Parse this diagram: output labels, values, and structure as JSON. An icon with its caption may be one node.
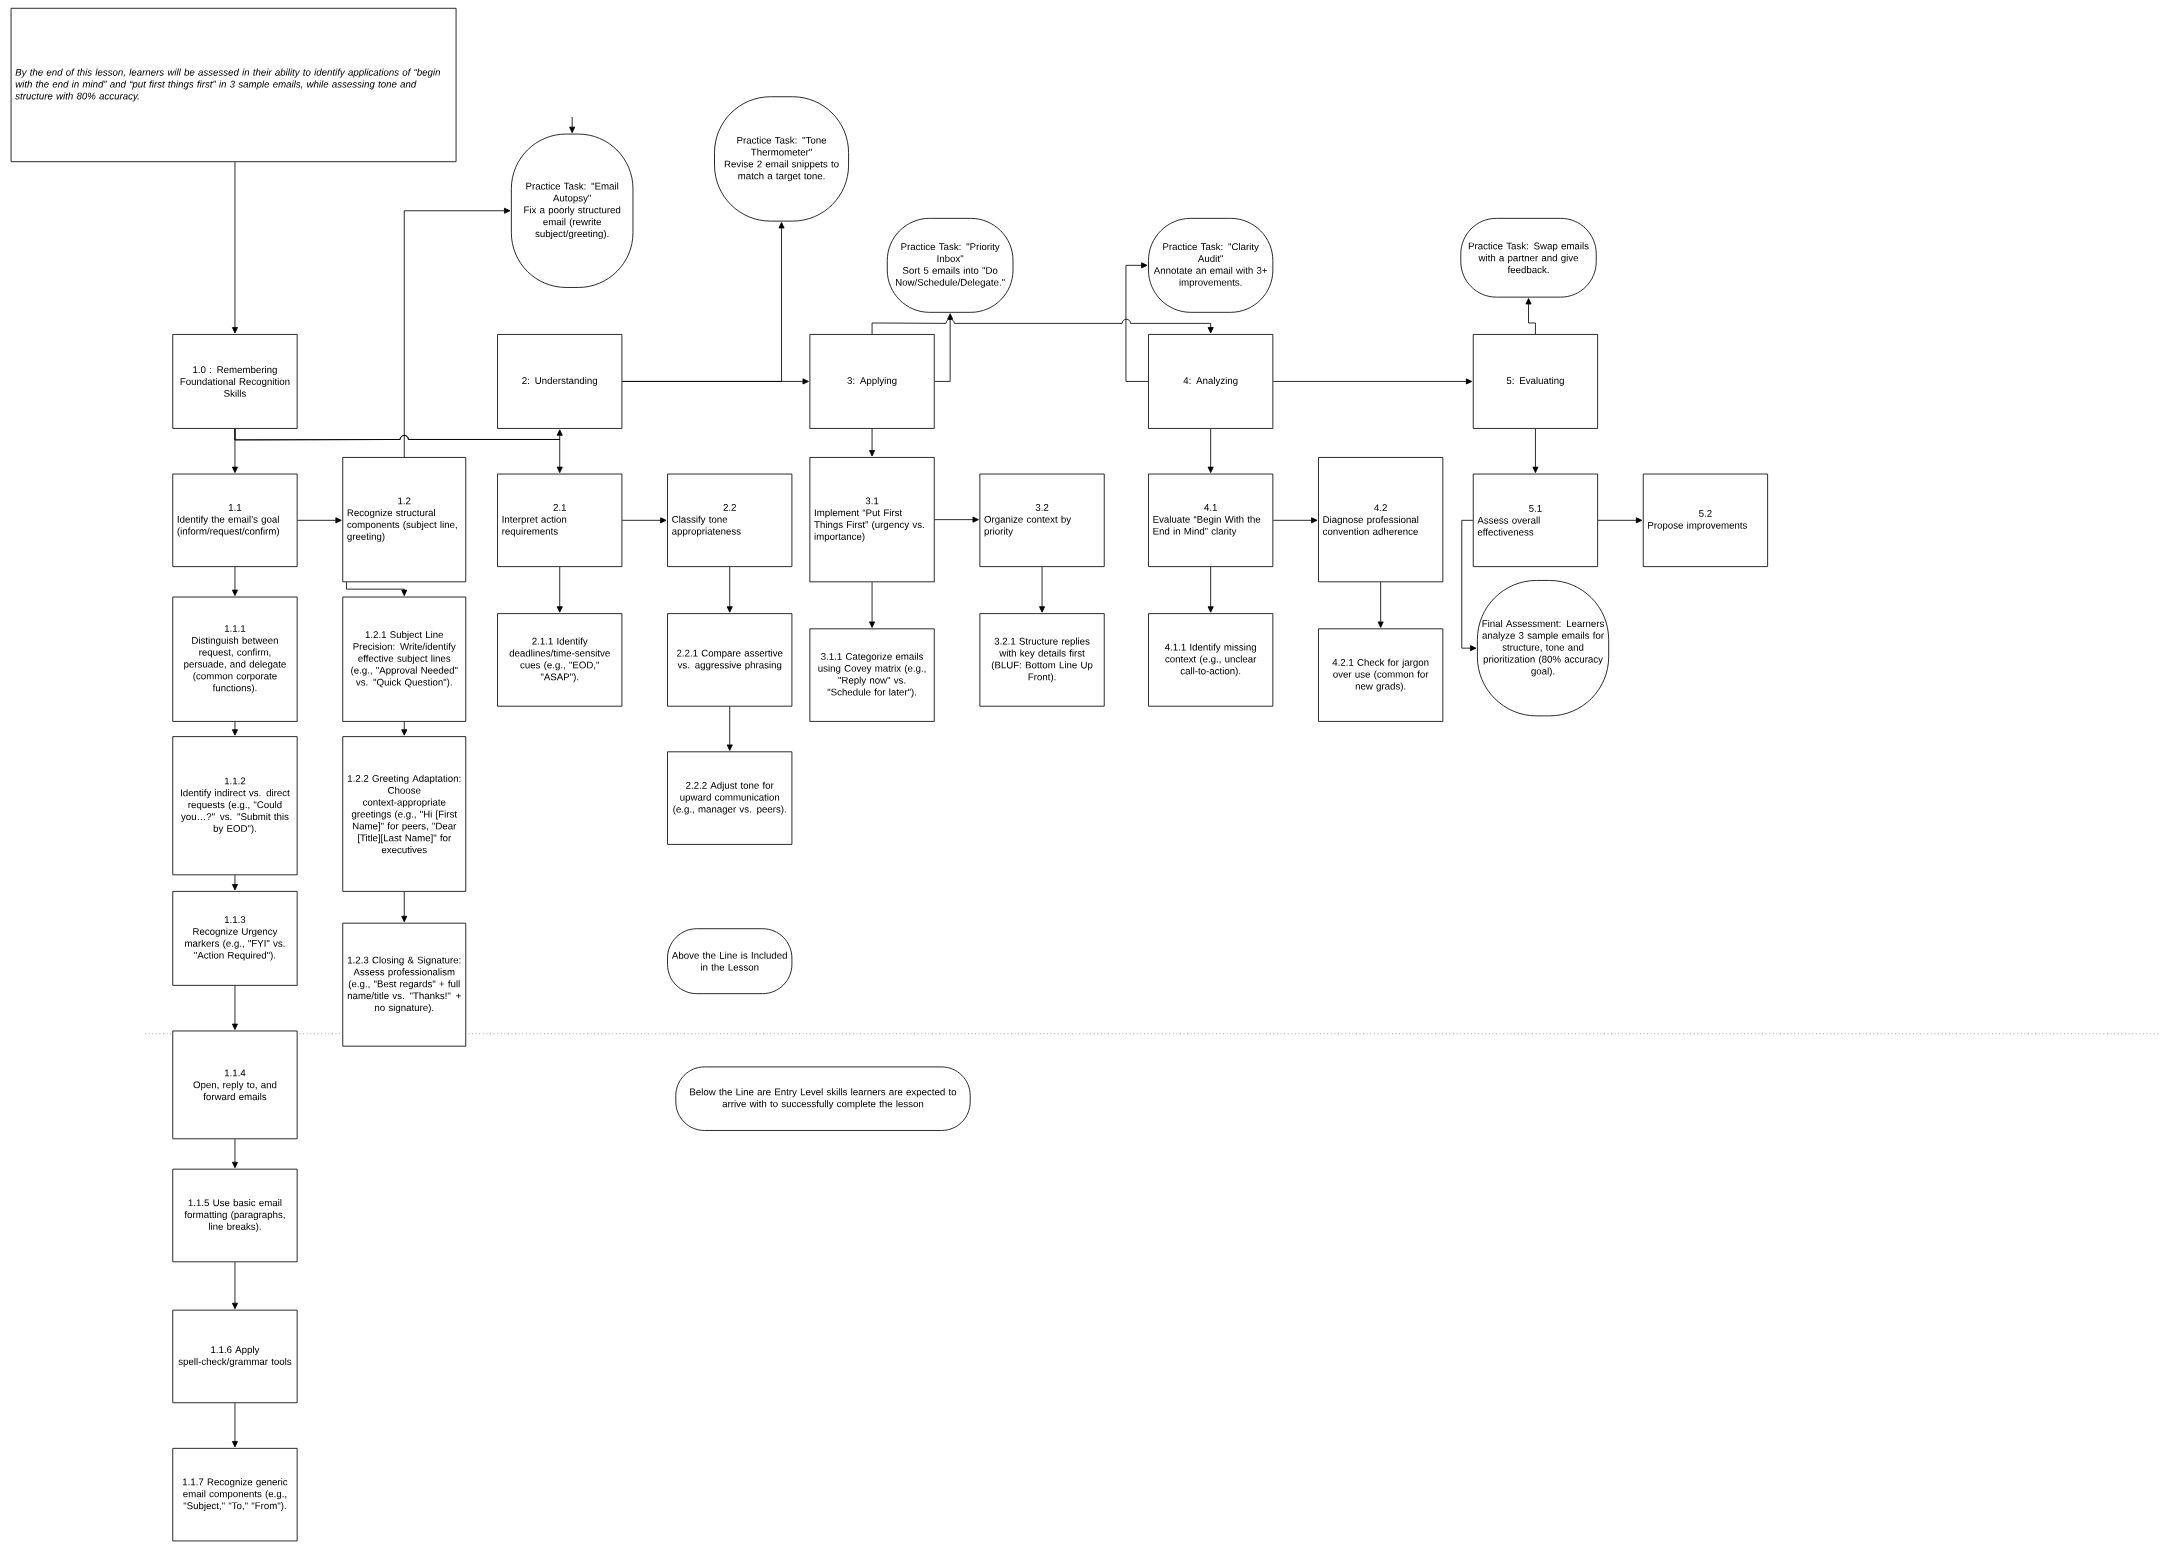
{
  "diagram": {
    "nodes": [
      {
        "text": [
          "By the end of this lesson, learners will be assessed in their ability to identify applications of “begin with the end in mind” and “put first things first” in 3 sample emails, while assessing tone and structure with 80% accuracy."
        ]
      },
      {
        "text": [
          "1.0 : Remembering Foundational Recognition Skills"
        ]
      },
      {
        "text": [
          "Practice Task: \"Email Autopsy\"",
          "Fix a poorly structured email (rewrite subject/greeting)."
        ]
      },
      {
        "text": [
          "Practice Task: \"Tone Thermometer\"",
          "Revise 2 email snippets to match a target tone."
        ]
      },
      {
        "text": [
          "2: Understanding"
        ]
      },
      {
        "text": [
          "3: Applying"
        ]
      },
      {
        "text": [
          "Practice Task: \"Priority Inbox\"",
          "Sort 5 emails into \"Do Now/Schedule/Delegate.\""
        ]
      },
      {
        "text": [
          "4: Analyzing"
        ]
      },
      {
        "text": [
          "Practice Task: \"Clarity Audit\"",
          "Annotate an email with 3+ improvements."
        ]
      },
      {
        "text": [
          "5: Evaluating"
        ]
      },
      {
        "text": [
          "Practice Task: Swap emails with a partner and give feedback."
        ]
      },
      {
        "text": [
          "1.1",
          "Identify the email’s goal (inform/request/confirm)"
        ]
      },
      {
        "text": [
          "1.2",
          "Recognize structural components (subject line, greeting)"
        ]
      },
      {
        "text": [
          "2.1",
          "Interpret action requirements"
        ]
      },
      {
        "text": [
          "2.2",
          "Classify tone appropriateness"
        ]
      },
      {
        "text": [
          "3.1",
          "Implement “Put First Things First” (urgency vs. importance)"
        ]
      },
      {
        "text": [
          "3.2",
          "Organize context by priority"
        ]
      },
      {
        "text": [
          "4.1",
          "Evaluate “Begin With the End in Mind” clarity"
        ]
      },
      {
        "text": [
          "4.2",
          "Diagnose professional convention adherence"
        ]
      },
      {
        "text": [
          "5.1",
          "Assess overall effectiveness"
        ]
      },
      {
        "text": [
          "5.2",
          "Propose improvements"
        ]
      },
      {
        "text": [
          "1.1.1",
          "Distinguish between request, confirm, persuade, and delegate (common corporate functions)."
        ]
      },
      {
        "text": [
          "1.2.1 Subject Line Precision: Write/identify effective subject lines (e.g., \"Approval Needed\" vs. \"Quick Question\")."
        ]
      },
      {
        "text": [
          "2.1.1 Identify deadlines/time-sensitve cues (e.g., \"EOD,\" \"ASAP\")."
        ]
      },
      {
        "text": [
          "2.2.1 Compare assertive vs. aggressive phrasing"
        ]
      },
      {
        "text": [
          "3.1.1 Categorize emails using Covey matrix (e.g., \"Reply now\" vs. \"Schedule for later\")."
        ]
      },
      {
        "text": [
          "3.2.1 Structure replies with key details first (BLUF: Bottom Line Up Front)."
        ]
      },
      {
        "text": [
          "4.1.1 Identify missing context (e.g., unclear call-to-action)."
        ]
      },
      {
        "text": [
          "4.2.1 Check for jargon over use (common for new grads)."
        ]
      },
      {
        "text": [
          "Final Assessment: Learners analyze 3 sample emails for structure, tone and prioritization (80% accuracy goal)."
        ]
      },
      {
        "text": [
          "1.1.2",
          "Identify indirect vs. direct requests (e.g., \"Could you…?\" vs. \"Submit this by EOD\")."
        ]
      },
      {
        "text": [
          "1.2.2 Greeting Adaptation: Choose context-appropriate greetings (e.g., \"Hi [First Name]\" for peers, \"Dear [Title][Last Name]\" for executives"
        ]
      },
      {
        "text": [
          "2.2.2 Adjust tone for upward communication (e.g., manager vs. peers)."
        ]
      },
      {
        "text": [
          "1.1.3",
          "Recognize Urgency markers (e.g., \"FYI\" vs. \"Action Required\")."
        ]
      },
      {
        "text": [
          "1.2.3 Closing & Signature: Assess professionalism (e.g., \"Best regards\" + full name/title vs. \"Thanks!\" + no signature)."
        ]
      },
      {
        "text": [
          "Above the Line is Included in the Lesson"
        ]
      },
      {
        "text": [
          "1.1.4",
          "Open, reply to, and forward emails"
        ]
      },
      {
        "text": [
          "Below the Line are Entry Level skills learners are expected to arrive with to successfully complete the lesson"
        ]
      },
      {
        "text": [
          "1.1.5 Use basic email formatting (paragraphs, line breaks)."
        ]
      },
      {
        "text": [
          "1.1.6 Apply spell-check/grammar tools"
        ]
      },
      {
        "text": [
          "1.1.7 Recognize generic email components (e.g., \"Subject,\" \"To,\" \"From\")."
        ]
      }
    ],
    "edges": [
      {
        "from": 0,
        "to": 1,
        "arrow": "to"
      },
      {
        "from": null,
        "to": 2,
        "arrow": "to"
      },
      {
        "from": 12,
        "to": 2,
        "arrow": "to"
      },
      {
        "from": 1,
        "to": 11,
        "arrow": "to"
      },
      {
        "from": 1,
        "to": 4,
        "arrow": "to"
      },
      {
        "from": 1,
        "to": 13,
        "arrow": "to"
      },
      {
        "from": 4,
        "to": 5,
        "arrow": "to"
      },
      {
        "from": 4,
        "to": 3,
        "arrow": "to"
      },
      {
        "from": 5,
        "to": 6,
        "arrow": "to"
      },
      {
        "from": 5,
        "to": 7,
        "arrow": "to"
      },
      {
        "from": 7,
        "to": 8,
        "arrow": "to"
      },
      {
        "from": 7,
        "to": 9,
        "arrow": "to"
      },
      {
        "from": 9,
        "to": 10,
        "arrow": "to"
      },
      {
        "from": 11,
        "to": 12,
        "arrow": "to"
      },
      {
        "from": 12,
        "to": 22,
        "arrow": "to"
      },
      {
        "from": 11,
        "to": 21,
        "arrow": "to"
      },
      {
        "from": 21,
        "to": 30,
        "arrow": "to"
      },
      {
        "from": 30,
        "to": 33,
        "arrow": "to"
      },
      {
        "from": 33,
        "to": 36,
        "arrow": "to"
      },
      {
        "from": 36,
        "to": 38,
        "arrow": "to"
      },
      {
        "from": 38,
        "to": 39,
        "arrow": "to"
      },
      {
        "from": 39,
        "to": 40,
        "arrow": "to"
      },
      {
        "from": 22,
        "to": 31,
        "arrow": "to"
      },
      {
        "from": 31,
        "to": 34,
        "arrow": "to"
      },
      {
        "from": 13,
        "to": 14,
        "arrow": "to"
      },
      {
        "from": 13,
        "to": 23,
        "arrow": "to"
      },
      {
        "from": 14,
        "to": 24,
        "arrow": "to"
      },
      {
        "from": 24,
        "to": 32,
        "arrow": "to"
      },
      {
        "from": 5,
        "to": 15,
        "arrow": "to"
      },
      {
        "from": 15,
        "to": 16,
        "arrow": "to"
      },
      {
        "from": 15,
        "to": 25,
        "arrow": "to"
      },
      {
        "from": 16,
        "to": 26,
        "arrow": "to"
      },
      {
        "from": 7,
        "to": 17,
        "arrow": "to"
      },
      {
        "from": 17,
        "to": 18,
        "arrow": "to"
      },
      {
        "from": 17,
        "to": 27,
        "arrow": "to"
      },
      {
        "from": 18,
        "to": 28,
        "arrow": "to"
      },
      {
        "from": 9,
        "to": 19,
        "arrow": "to"
      },
      {
        "from": 19,
        "to": 20,
        "arrow": "to"
      },
      {
        "from": 19,
        "to": 29,
        "arrow": "to"
      }
    ]
  }
}
